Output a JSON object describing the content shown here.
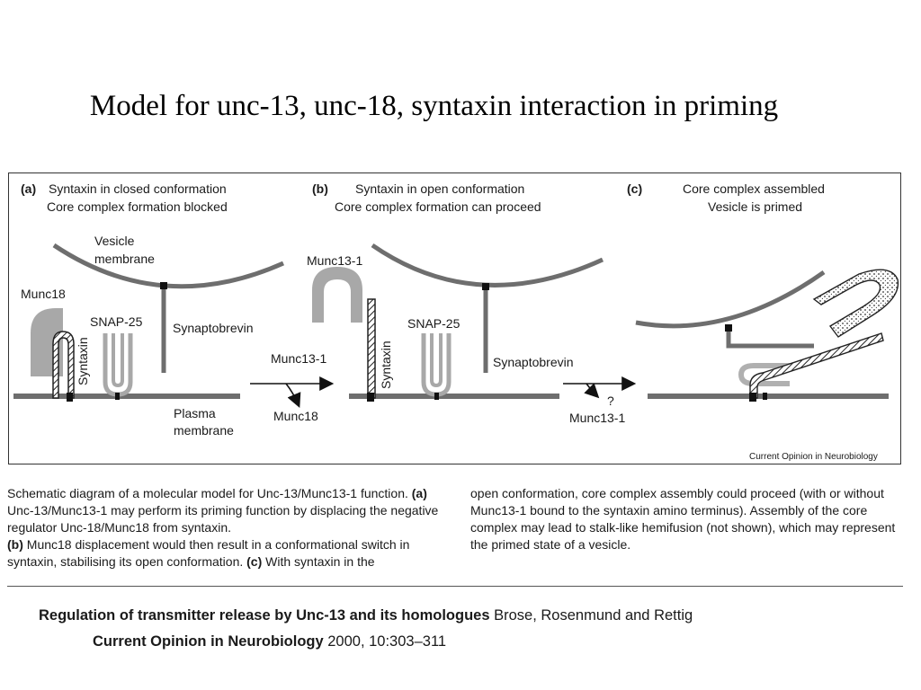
{
  "title": "Model for unc-13, unc-18, syntaxin interaction in priming",
  "panels": [
    {
      "letter": "(a)",
      "line1": "Syntaxin in closed conformation",
      "line2": "Core complex formation blocked"
    },
    {
      "letter": "(b)",
      "line1": "Syntaxin in open conformation",
      "line2": "Core complex formation can proceed"
    },
    {
      "letter": "(c)",
      "line1": "Core complex assembled",
      "line2": "Vesicle is primed"
    }
  ],
  "labels": {
    "vesicle_membrane_1": "Vesicle",
    "vesicle_membrane_2": "membrane",
    "munc18": "Munc18",
    "snap25_a": "SNAP-25",
    "syntaxin_a": "Syntaxin",
    "synaptobrevin_a": "Synaptobrevin",
    "plasma_membrane_1": "Plasma",
    "plasma_membrane_2": "membrane",
    "arrow1_top": "Munc13-1",
    "arrow1_bottom": "Munc18",
    "munc13_b": "Munc13-1",
    "syntaxin_b": "Syntaxin",
    "snap25_b": "SNAP-25",
    "synaptobrevin_b": "Synaptobrevin",
    "arrow2_question": "?",
    "arrow2_bottom": "Munc13-1",
    "journal_credit": "Current Opinion in Neurobiology"
  },
  "caption": {
    "left_intro": "Schematic diagram of a molecular model for Unc-13/Munc13-1 function.",
    "a_letter": "(a)",
    "a_text": "Unc-13/Munc13-1 may perform its priming function by displacing the negative regulator Unc-18/Munc18 from syntaxin.",
    "b_letter": "(b)",
    "b_text": "Munc18 displacement would then result in a conformational switch in syntaxin, stabilising its open conformation.",
    "c_letter": "(c)",
    "c_text": "With syntaxin in the",
    "right_text": "open conformation, core complex assembly could proceed (with or without Munc13-1 bound to the syntaxin amino terminus). Assembly of the core complex may lead to stalk-like hemifusion (not shown), which may represent the primed state of a vesicle."
  },
  "reference": {
    "article_title": "Regulation of transmitter release by Unc-13 and its homologues",
    "authors": "Brose, Rosenmund and Rettig",
    "journal": "Current Opinion in Neurobiology",
    "citation": "2000, 10:303–311"
  },
  "colors": {
    "protein_gray": "#a8a8a8",
    "membrane_gray": "#6e6e6e",
    "text": "#1a1a1a"
  }
}
